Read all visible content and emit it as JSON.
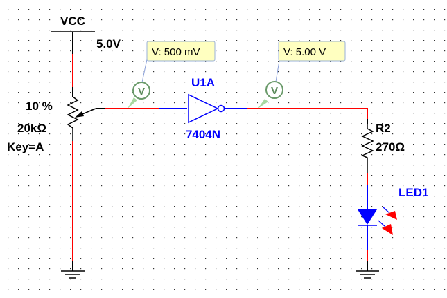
{
  "colors": {
    "wire_active": "#ff0000",
    "wire_logic": "#0000ff",
    "component": "#000000",
    "probe": "#5a8a5a",
    "probe_label_bg": "#ffffc0"
  },
  "power": {
    "name": "VCC",
    "voltage": "5.0V"
  },
  "potentiometer": {
    "setting": "10 %",
    "value": "20kΩ",
    "key": "Key=A"
  },
  "probes": [
    {
      "reading": "V: 500 mV",
      "icon": "V"
    },
    {
      "reading": "V: 5.00 V",
      "icon": "V"
    }
  ],
  "inverter": {
    "ref": "U1A",
    "part": "7404N"
  },
  "resistor": {
    "ref": "R2",
    "value": "270Ω"
  },
  "led": {
    "ref": "LED1"
  }
}
